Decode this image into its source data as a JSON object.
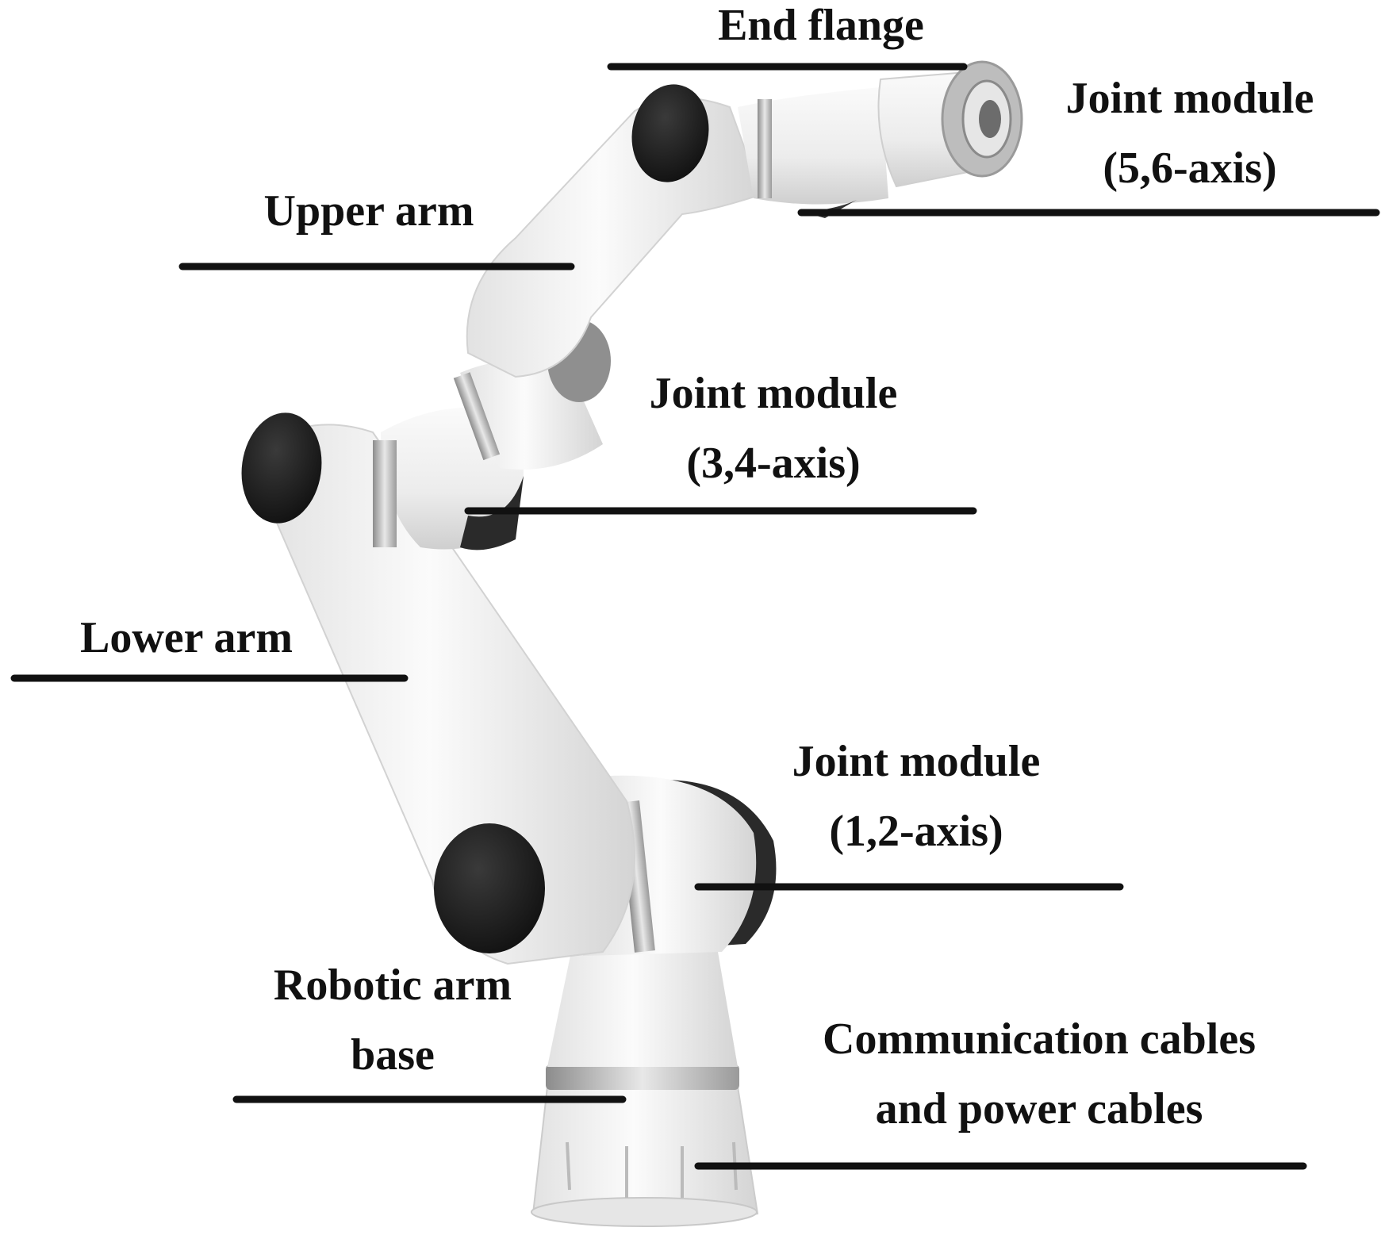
{
  "labels": {
    "end_flange": "End flange",
    "joint_56": [
      "Joint module",
      "(5,6-axis)"
    ],
    "upper_arm": "Upper arm",
    "joint_34": [
      "Joint module",
      "(3,4-axis)"
    ],
    "lower_arm": "Lower arm",
    "joint_12": [
      "Joint module",
      "(1,2-axis)"
    ],
    "base": [
      "Robotic arm",
      "base"
    ],
    "cables": [
      "Communication cables",
      "and power cables"
    ]
  },
  "colors": {
    "body": "#f4f4f4",
    "shade": "#d6d6d6",
    "cap": "#1e1e1e",
    "ring": "#b9b9b9",
    "line": "#111111"
  }
}
